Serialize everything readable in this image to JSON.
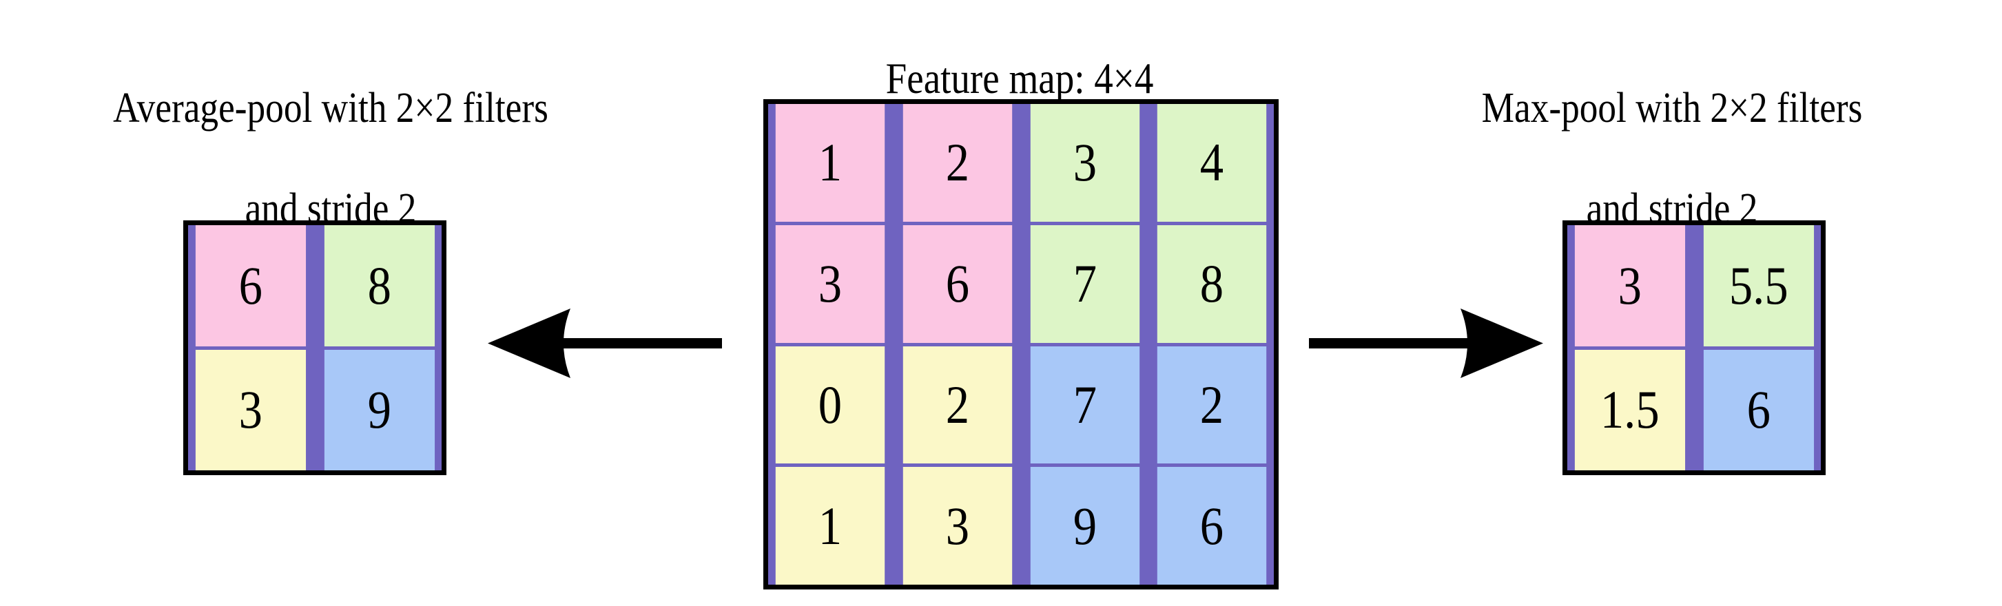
{
  "figure": {
    "title": "Feature map: 4×4",
    "background_color": "#ffffff",
    "border_color": "#000000",
    "gridline_color": "#6f63c0"
  },
  "palette": {
    "pink": "#fcc6e3",
    "green": "#ddf5c7",
    "yellow": "#fbf8c8",
    "blue": "#a8c8f8"
  },
  "left": {
    "caption_line1": "Average-pool with 2×2 filters",
    "caption_line2": "and stride 2",
    "arrow": "arrow-left",
    "output": {
      "rows": 2,
      "cols": 2,
      "cells": [
        {
          "value": "6",
          "color": "pink"
        },
        {
          "value": "8",
          "color": "green"
        },
        {
          "value": "3",
          "color": "yellow"
        },
        {
          "value": "9",
          "color": "blue"
        }
      ]
    }
  },
  "center": {
    "feature_map": {
      "rows": 4,
      "cols": 4,
      "cells": [
        {
          "value": "1",
          "color": "pink"
        },
        {
          "value": "2",
          "color": "pink"
        },
        {
          "value": "3",
          "color": "green"
        },
        {
          "value": "4",
          "color": "green"
        },
        {
          "value": "3",
          "color": "pink"
        },
        {
          "value": "6",
          "color": "pink"
        },
        {
          "value": "7",
          "color": "green"
        },
        {
          "value": "8",
          "color": "green"
        },
        {
          "value": "0",
          "color": "yellow"
        },
        {
          "value": "2",
          "color": "yellow"
        },
        {
          "value": "7",
          "color": "blue"
        },
        {
          "value": "2",
          "color": "blue"
        },
        {
          "value": "1",
          "color": "yellow"
        },
        {
          "value": "3",
          "color": "yellow"
        },
        {
          "value": "9",
          "color": "blue"
        },
        {
          "value": "6",
          "color": "blue"
        }
      ]
    }
  },
  "right": {
    "caption_line1": "Max-pool with 2×2 filters",
    "caption_line2": "and stride 2",
    "arrow": "arrow-right",
    "output": {
      "rows": 2,
      "cols": 2,
      "cells": [
        {
          "value": "3",
          "color": "pink"
        },
        {
          "value": "5.5",
          "color": "green"
        },
        {
          "value": "1.5",
          "color": "yellow"
        },
        {
          "value": "6",
          "color": "blue"
        }
      ]
    }
  }
}
